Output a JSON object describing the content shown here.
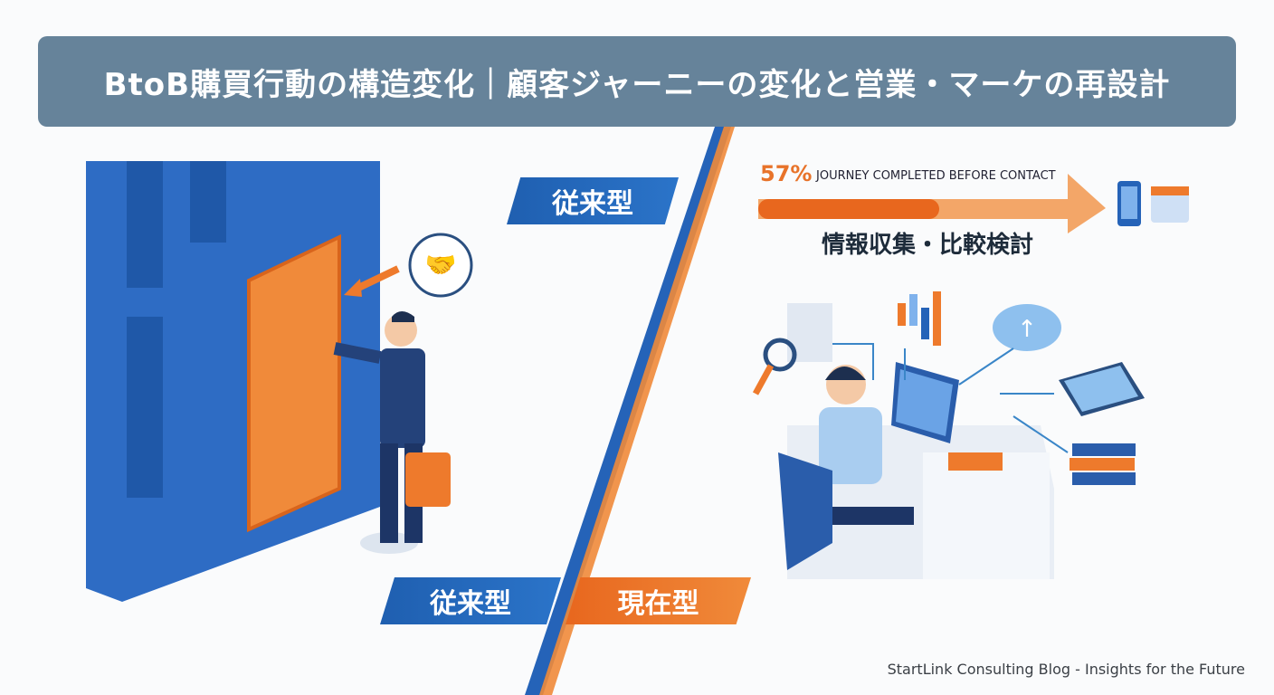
{
  "title": "BtoB購買行動の構造変化｜顧客ジャーニーの変化と営業・マーケの再設計",
  "labels": {
    "traditional_top": "従来型",
    "traditional_bottom": "従来型",
    "current": "現在型"
  },
  "progress": {
    "percent_label": "57%",
    "value": 57,
    "caption": "JOURNEY COMPLETED BEFORE CONTACT"
  },
  "subtitle": "情報収集・比較検討",
  "footer": "StartLink Consulting Blog - Insights for the Future",
  "colors": {
    "blue": "#2563b8",
    "orange": "#ee7a2c",
    "header": "#66839a"
  }
}
